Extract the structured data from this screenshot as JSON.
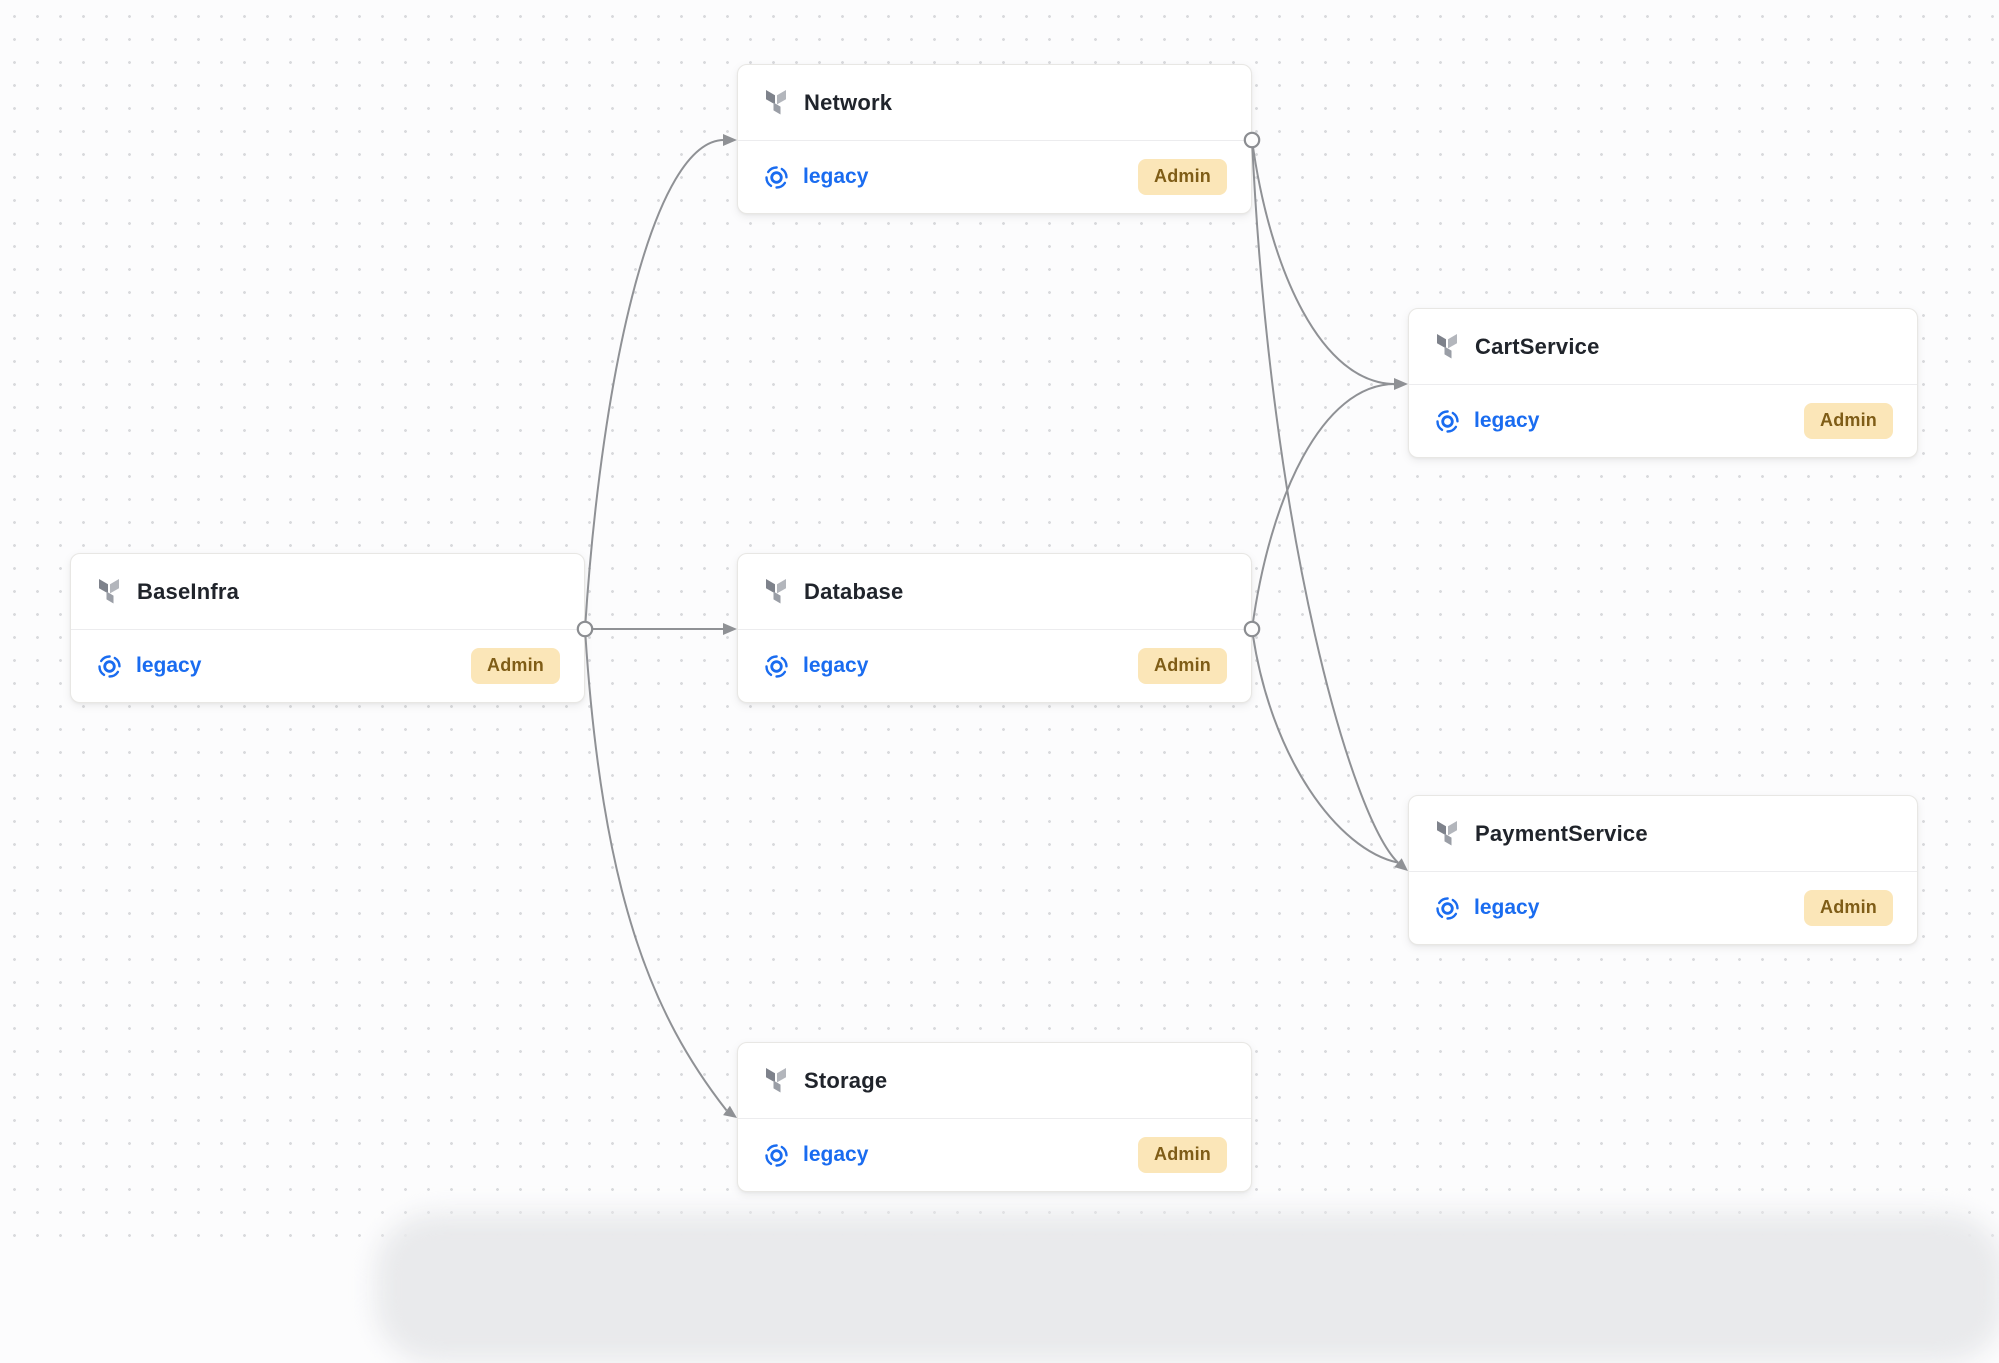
{
  "canvas": {
    "type": "workspace-dependency-graph",
    "background": "dot-grid"
  },
  "colors": {
    "link_blue": "#1a6cf0",
    "badge_background": "#fbe6b8",
    "badge_text": "#7f5d17",
    "edge_gray": "#8f9195",
    "title_text": "#20242b"
  },
  "nodes": [
    {
      "id": "baseinfra",
      "title": "BaseInfra",
      "icon": "terraform-icon",
      "project_icon": "workspace-scan-icon",
      "project": "legacy",
      "badge": "Admin"
    },
    {
      "id": "network",
      "title": "Network",
      "icon": "terraform-icon",
      "project_icon": "workspace-scan-icon",
      "project": "legacy",
      "badge": "Admin"
    },
    {
      "id": "database",
      "title": "Database",
      "icon": "terraform-icon",
      "project_icon": "workspace-scan-icon",
      "project": "legacy",
      "badge": "Admin"
    },
    {
      "id": "storage",
      "title": "Storage",
      "icon": "terraform-icon",
      "project_icon": "workspace-scan-icon",
      "project": "legacy",
      "badge": "Admin"
    },
    {
      "id": "cartservice",
      "title": "CartService",
      "icon": "terraform-icon",
      "project_icon": "workspace-scan-icon",
      "project": "legacy",
      "badge": "Admin"
    },
    {
      "id": "paymentservice",
      "title": "PaymentService",
      "icon": "terraform-icon",
      "project_icon": "workspace-scan-icon",
      "project": "legacy",
      "badge": "Admin"
    }
  ],
  "edges": [
    {
      "source": "baseinfra",
      "target": "network"
    },
    {
      "source": "baseinfra",
      "target": "database"
    },
    {
      "source": "baseinfra",
      "target": "storage"
    },
    {
      "source": "network",
      "target": "cartservice"
    },
    {
      "source": "network",
      "target": "paymentservice"
    },
    {
      "source": "database",
      "target": "cartservice"
    },
    {
      "source": "database",
      "target": "paymentservice"
    }
  ]
}
